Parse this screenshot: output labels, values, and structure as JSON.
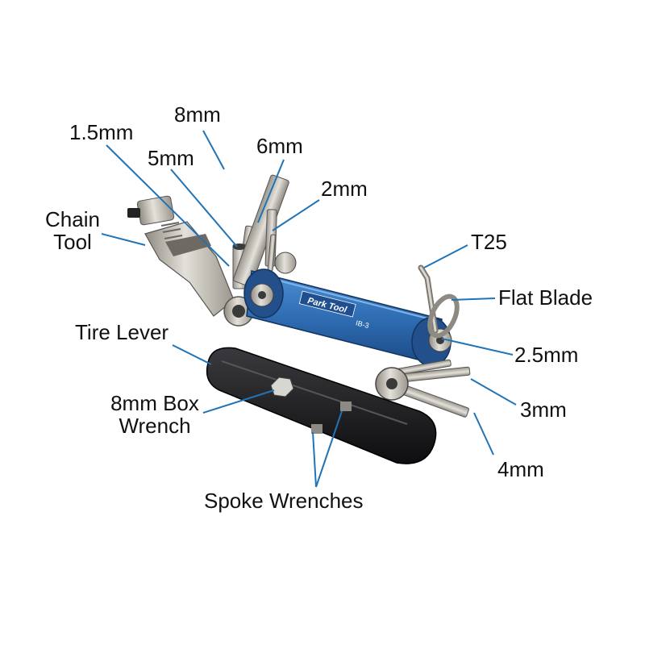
{
  "diagram": {
    "colors": {
      "body_blue": "#2f6db3",
      "metal": "#b7b3aa",
      "lever_black": "#1c1c1e",
      "leader_blue": "#1f73b7"
    },
    "brand": "Park Tool",
    "model": "IB-3",
    "labels": {
      "mm_1_5": "1.5mm",
      "mm_8": "8mm",
      "mm_6": "6mm",
      "mm_5": "5mm",
      "mm_2": "2mm",
      "chain_tool": [
        "Chain",
        "Tool"
      ],
      "t25": "T25",
      "flat_blade": "Flat Blade",
      "tire_lever": "Tire Lever",
      "mm_2_5": "2.5mm",
      "box_wrench": [
        "8mm Box",
        "Wrench"
      ],
      "mm_3": "3mm",
      "mm_4": "4mm",
      "spoke_wrenches": "Spoke Wrenches"
    }
  }
}
